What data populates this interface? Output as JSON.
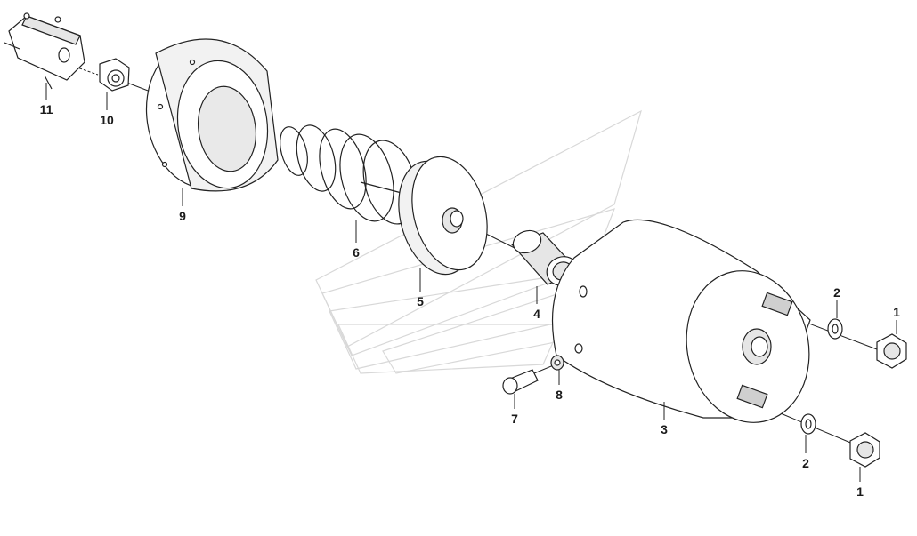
{
  "callouts": [
    {
      "id": "c1a",
      "text": "1"
    },
    {
      "id": "c1b",
      "text": "1"
    },
    {
      "id": "c2a",
      "text": "2"
    },
    {
      "id": "c2b",
      "text": "2"
    },
    {
      "id": "c3",
      "text": "3"
    },
    {
      "id": "c4",
      "text": "4"
    },
    {
      "id": "c5",
      "text": "5"
    },
    {
      "id": "c6",
      "text": "6"
    },
    {
      "id": "c7",
      "text": "7"
    },
    {
      "id": "c8",
      "text": "8"
    },
    {
      "id": "c9",
      "text": "9"
    },
    {
      "id": "c10",
      "text": "10"
    },
    {
      "id": "c11",
      "text": "11"
    }
  ],
  "colors": {
    "line": "#222222",
    "part_fill": "#ffffff",
    "part_shade": "#e6e6e6",
    "watermark": "#d8d8d8"
  }
}
